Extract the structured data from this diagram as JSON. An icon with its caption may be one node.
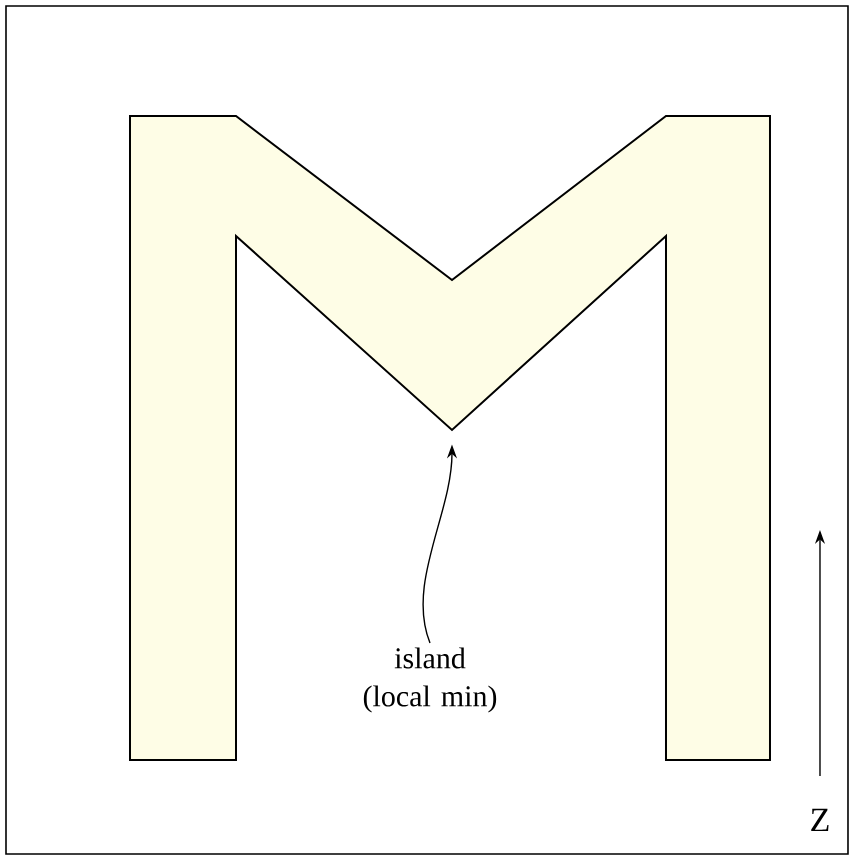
{
  "diagram": {
    "nodes": [
      {
        "text": [
          "island (local min)"
        ]
      },
      {
        "text": [],
        "shape": "picture"
      }
    ],
    "edges": [
      {
        "from": 0,
        "to": 1,
        "arrow": "to"
      }
    ],
    "labels": [
      "Z"
    ]
  }
}
